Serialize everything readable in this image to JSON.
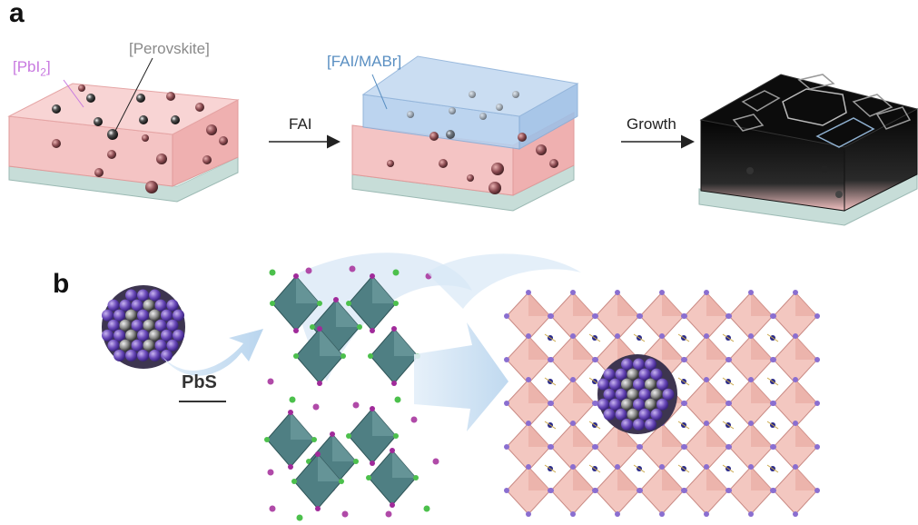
{
  "panel_a": {
    "letter": "a",
    "labels": {
      "pbi2": "[PbI",
      "pbi2_sub": "2",
      "pbi2_close": "]",
      "perovskite": "[Perovskite]",
      "fai_mabr": "[FAI/MABr]"
    },
    "steps": {
      "fai": "FAI",
      "growth": "Growth"
    },
    "colors": {
      "pbi2_label": "#c879e0",
      "perovskite_label": "#8a8a8a",
      "fai_mabr_label": "#5a8fc2",
      "pink_layer": "#f2b9b9",
      "blue_layer": "#a9c8ea",
      "substrate": "#bfd9d4",
      "dark_film": "#1a1a1a"
    }
  },
  "panel_b": {
    "letter": "b",
    "pbs_label": "PbS",
    "colors": {
      "purple_atom": "#7b5bc4",
      "dark_atom": "#333333",
      "octahedron_teal": "#4f7f83",
      "octahedron_pink": "#f0b8b0",
      "arrow_blue": "#cfe3f4"
    }
  }
}
